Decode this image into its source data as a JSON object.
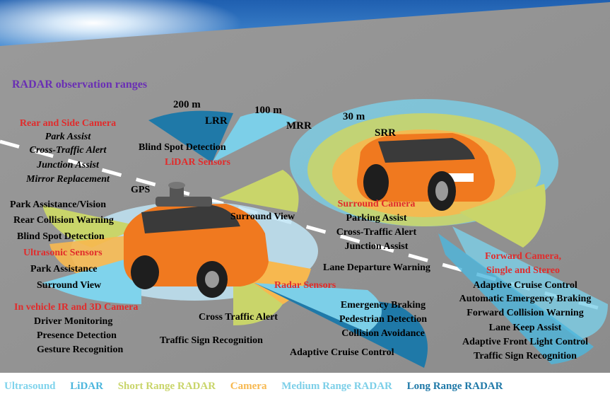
{
  "heading": "RADAR observation ranges",
  "ranges": {
    "d200": "200 m",
    "d100": "100 m",
    "d30": "30 m",
    "lrr": "LRR",
    "mrr": "MRR",
    "srr": "SRR"
  },
  "gps": "GPS",
  "rear_side_camera": {
    "title": "Rear and Side Camera",
    "items": [
      "Park Assist",
      "Cross-Traffic Alert",
      "Junction Assist",
      "Mirror Replacement"
    ]
  },
  "blind_spot_top": "Blind Spot Detection",
  "lidar_sensors": "LiDAR Sensors",
  "left_list": [
    "Park Assistance/Vision",
    "Rear Collision Warning",
    "Blind Spot Detection"
  ],
  "ultrasonic": {
    "title": "Ultrasonic Sensors",
    "items": [
      "Park Assistance",
      "Surround View"
    ]
  },
  "ir_camera": {
    "title": "In vehicle IR and 3D Camera",
    "items": [
      "Driver Monitoring",
      "Presence Detection",
      "Gesture Recognition"
    ]
  },
  "surround_view": "Surround View",
  "surround_camera": {
    "title": "Surround Camera",
    "items": [
      "Parking Assist",
      "Cross-Traffic Alert",
      "Junction Assist"
    ]
  },
  "lane_departure": "Lane Departure Warning",
  "radar_sensors": "Radar Sensors",
  "cross_traffic": "Cross Traffic Alert",
  "traffic_sign": "Traffic Sign Recognition",
  "lrr_functions": [
    "Emergency Braking",
    "Pedestrian Detection",
    "Collision Avoidance"
  ],
  "adaptive_cruise_bottom": "Adaptive Cruise Control",
  "forward_camera": {
    "title_1": "Forward Camera,",
    "title_2": "Single and Stereo",
    "items": [
      "Adaptive Cruise Control",
      "Automatic Emergency Braking",
      "Forward Collision Warning",
      "Lane Keep Assist",
      "Adaptive Front Light Control",
      "Traffic Sign Recognition"
    ]
  },
  "legend": [
    {
      "label": "Ultrasound",
      "color": "#7fd3ec"
    },
    {
      "label": "LiDAR",
      "color": "#4cb6dd"
    },
    {
      "label": "Short Range RADAR",
      "color": "#c9d56a"
    },
    {
      "label": "Camera",
      "color": "#f7b84f"
    },
    {
      "label": "Medium Range RADAR",
      "color": "#7ccfe8"
    },
    {
      "label": "Long Range RADAR",
      "color": "#1f79a8"
    }
  ]
}
